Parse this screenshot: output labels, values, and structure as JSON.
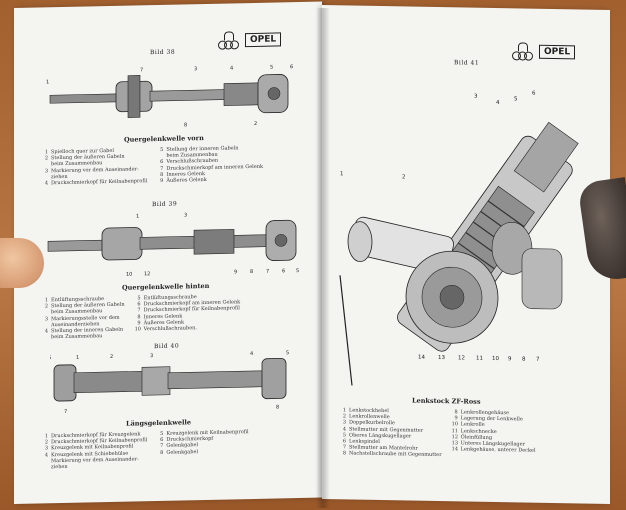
{
  "brand": "OPEL",
  "left_page": {
    "fig1": {
      "label": "Bild 38",
      "caption": "Quergelenkwelle vorn",
      "callouts": [
        "1",
        "7",
        "3",
        "4",
        "5",
        "6",
        "8",
        "2"
      ],
      "legend_a": [
        {
          "n": "1",
          "t": "Spielloch quer zur Gabel"
        },
        {
          "n": "2",
          "t": "Stellung der äußeren Gabeln"
        },
        {
          "n": "",
          "t": "beim Zusammenbau"
        },
        {
          "n": "3",
          "t": "Markierung vor dem Auseinander-"
        },
        {
          "n": "",
          "t": "ziehen"
        },
        {
          "n": "4",
          "t": "Druckschmierkopf für Keilnabenprofil"
        }
      ],
      "legend_b": [
        {
          "n": "5",
          "t": "Stellung der inneren Gabeln"
        },
        {
          "n": "",
          "t": "beim Zusammenbau"
        },
        {
          "n": "6",
          "t": "Verschlußschrauben"
        },
        {
          "n": "7",
          "t": "Druckschmierkopf am inneren Gelenk"
        },
        {
          "n": "8",
          "t": "Inneres Gelenk"
        },
        {
          "n": "9",
          "t": "Äußeres Gelenk"
        }
      ]
    },
    "fig2": {
      "label": "Bild 39",
      "caption": "Quergelenkwelle hinten",
      "callouts": [
        "1",
        "3",
        "10",
        "12",
        "9",
        "8",
        "7",
        "6",
        "5"
      ],
      "legend_a": [
        {
          "n": "1",
          "t": "Entlüftungsschraube"
        },
        {
          "n": "2",
          "t": "Stellung der äußeren Gabeln"
        },
        {
          "n": "",
          "t": "beim Zusammenbau"
        },
        {
          "n": "3",
          "t": "Markierungsstelle vor dem"
        },
        {
          "n": "",
          "t": "Auseinanderziehen"
        },
        {
          "n": "4",
          "t": "Stellung der inneren Gabeln"
        },
        {
          "n": "",
          "t": "beim Zusammenbau"
        }
      ],
      "legend_b": [
        {
          "n": "5",
          "t": "Entlüftungsschraube"
        },
        {
          "n": "6",
          "t": "Druckschmierkopf am inneren Gelenk"
        },
        {
          "n": "7",
          "t": "Druckschmierkopf für Keilnabenprofil"
        },
        {
          "n": "8",
          "t": "Inneres Gelenk"
        },
        {
          "n": "9",
          "t": "Äußeres Gelenk"
        },
        {
          "n": "10",
          "t": "Verschlußschrauben."
        }
      ]
    },
    "fig3": {
      "label": "Bild 40",
      "caption": "Längsgelenkwelle",
      "callouts": [
        "6",
        "1",
        "2",
        "3",
        "4",
        "5",
        "7",
        "8"
      ],
      "legend_a": [
        {
          "n": "1",
          "t": "Druckschmierkopf für Kreuzgelenk"
        },
        {
          "n": "2",
          "t": "Druckschmierkopf für Keilnabenprofil"
        },
        {
          "n": "3",
          "t": "Kreuzgelenk mit Keilnabenprofil"
        },
        {
          "n": "4",
          "t": "Kreuzgelenk mit Schiebehülse"
        },
        {
          "n": "",
          "t": "Markierung vor dem Auseinander-"
        },
        {
          "n": "",
          "t": "ziehen"
        }
      ],
      "legend_b": [
        {
          "n": "5",
          "t": "Kreuzgelenk mit Keilnabenprofil"
        },
        {
          "n": "6",
          "t": "Druckschmierkopf"
        },
        {
          "n": "7",
          "t": "Gelenkgabel"
        },
        {
          "n": "8",
          "t": "Gelenkgabel"
        }
      ]
    }
  },
  "right_page": {
    "fig": {
      "label": "Bild 41",
      "caption": "Lenkstock ZF-Ross",
      "callouts": [
        "3",
        "4",
        "5",
        "6",
        "1",
        "2",
        "14",
        "13",
        "12",
        "11",
        "10",
        "9",
        "8",
        "7"
      ],
      "legend_a": [
        {
          "n": "1",
          "t": "Lenkstockhebel"
        },
        {
          "n": "2",
          "t": "Lenkrollenwelle"
        },
        {
          "n": "3",
          "t": "Doppelkurbelrolle"
        },
        {
          "n": "4",
          "t": "Stellmutter mit Gegenmutter"
        },
        {
          "n": "5",
          "t": "Oberes Längskugellager"
        },
        {
          "n": "6",
          "t": "Lenkspindel"
        },
        {
          "n": "7",
          "t": "Stellmutter am Mantelrohr"
        },
        {
          "n": "8",
          "t": "Nachstellschraube mit Gegenmutter"
        }
      ],
      "legend_b": [
        {
          "n": "8",
          "t": "Lenkrollengehäuse"
        },
        {
          "n": "9",
          "t": "Lagerung der Lenkwelle"
        },
        {
          "n": "10",
          "t": "Lenkrolle"
        },
        {
          "n": "11",
          "t": "Lenkschnecke"
        },
        {
          "n": "12",
          "t": "Öleinfüllung"
        },
        {
          "n": "13",
          "t": "Unteres Längskugellager"
        },
        {
          "n": "14",
          "t": "Lenkgehäuse, unterer Deckel"
        }
      ]
    }
  },
  "colors": {
    "paper": "#f4f4f1",
    "ink": "#222222",
    "desk": "#b06a38"
  }
}
